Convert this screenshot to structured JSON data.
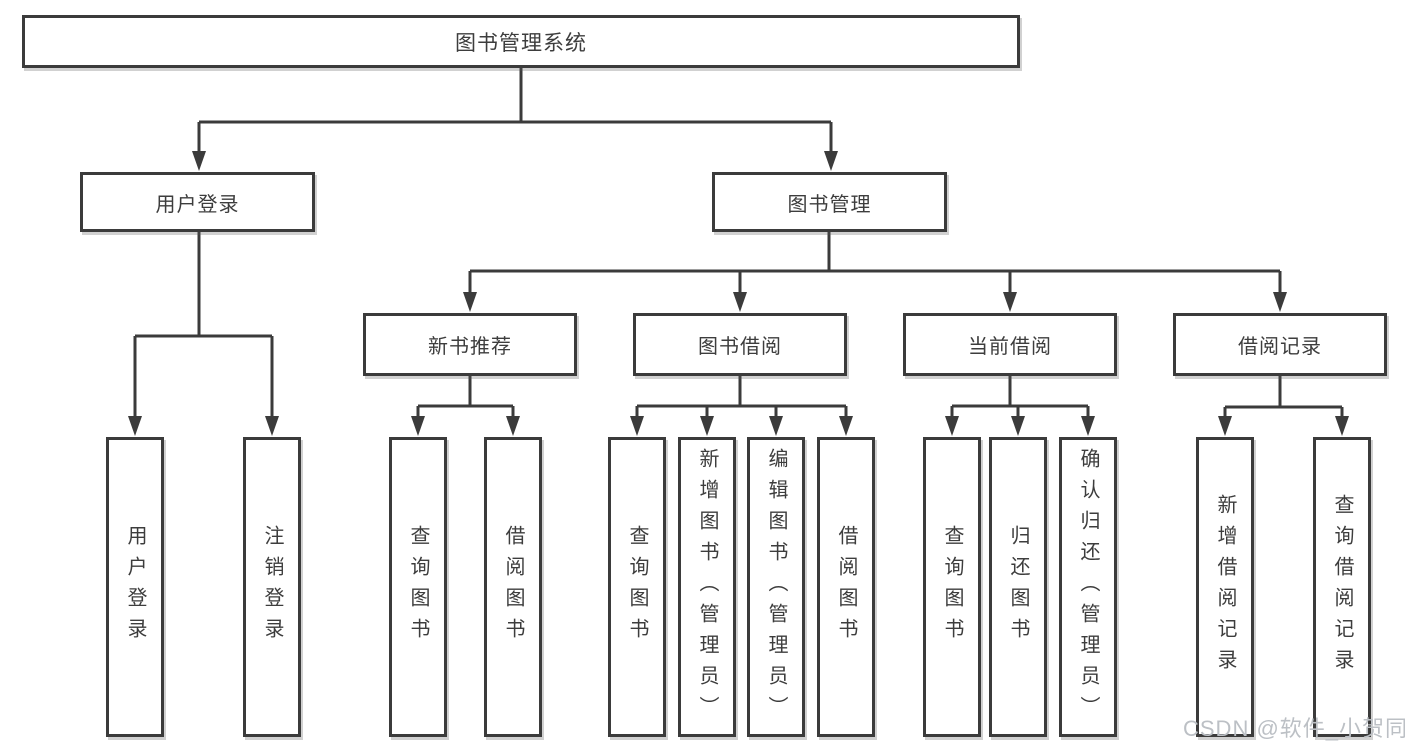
{
  "diagram_title": "图书管理系统",
  "tree": {
    "root": {
      "label": "图书管理系统"
    },
    "branches": [
      {
        "label": "用户登录",
        "children": [
          {
            "label": "用户登录"
          },
          {
            "label": "注销登录"
          }
        ]
      },
      {
        "label": "图书管理",
        "children": [
          {
            "label": "新书推荐",
            "children": [
              {
                "label": "查询图书"
              },
              {
                "label": "借阅图书"
              }
            ]
          },
          {
            "label": "图书借阅",
            "children": [
              {
                "label": "查询图书"
              },
              {
                "label": "新增图书（管理员）"
              },
              {
                "label": "编辑图书（管理员）"
              },
              {
                "label": "借阅图书"
              }
            ]
          },
          {
            "label": "当前借阅",
            "children": [
              {
                "label": "查询图书"
              },
              {
                "label": "归还图书"
              },
              {
                "label": "确认归还（管理员）"
              }
            ]
          },
          {
            "label": "借阅记录",
            "children": [
              {
                "label": "新增借阅记录"
              },
              {
                "label": "查询借阅记录"
              }
            ]
          }
        ]
      }
    ]
  },
  "watermark": {
    "text": "CSDN @软件_小贺同学"
  },
  "colors": {
    "line": "#3b3b3b",
    "box_border": "#3b3b3b",
    "box_fill": "#ffffff",
    "text": "#3d3d3d",
    "watermark_text": "#bcc0c5",
    "background": "#ffffff"
  }
}
